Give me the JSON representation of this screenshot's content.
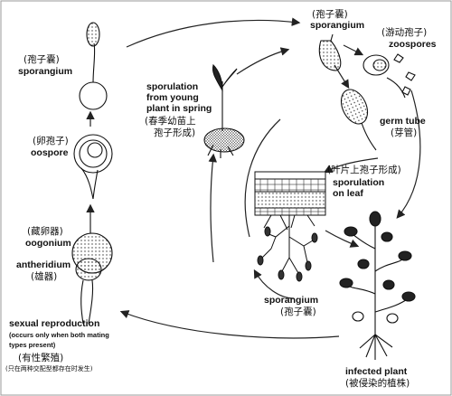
{
  "labels": {
    "sporangium_top_zh": "(孢子囊)",
    "sporangium_top_en": "sporangium",
    "zoospores_zh": "(游动孢子)",
    "zoospores_en": "zoospores",
    "germ_tube_en": "germ tube",
    "germ_tube_zh": "(芽管)",
    "sporulation_spring_en_1": "sporulation",
    "sporulation_spring_en_2": "from young",
    "sporulation_spring_en_3": "plant in spring",
    "sporulation_spring_zh_1": "(春季幼苗上",
    "sporulation_spring_zh_2": "孢子形成)",
    "sporangium_left_zh": "(孢子囊)",
    "sporangium_left_en": "sporangium",
    "oospore_zh": "(卵孢子)",
    "oospore_en": "oospore",
    "oogonium_zh": "(藏卵器)",
    "oogonium_en": "oogonium",
    "antheridium_en": "antheridium",
    "antheridium_zh": "(雄器)",
    "leaf_sporulation_zh": "(叶片上孢子形成)",
    "leaf_sporulation_en_1": "sporulation",
    "leaf_sporulation_en_2": "on leaf",
    "sporangium_bottom_en": "sporangium",
    "sporangium_bottom_zh": "(孢子囊)",
    "sexual_en": "sexual reproduction",
    "sexual_note_1": "(occurs only when both mating",
    "sexual_note_2": "types present)",
    "sexual_zh_1": "(有性繁殖)",
    "sexual_zh_2": "(只在两种交配型都存在时发生)",
    "infected_en": "infected plant",
    "infected_zh": "(被侵染的植株)"
  }
}
